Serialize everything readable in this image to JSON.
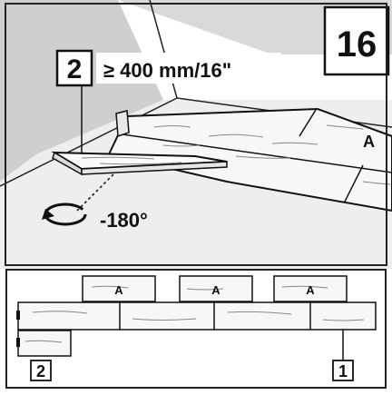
{
  "step": {
    "number": "16"
  },
  "callout": {
    "index": "2",
    "distance": "≥ 400 mm/16\""
  },
  "rotation": {
    "label": "-180°"
  },
  "top_plank_label": "A",
  "layout": {
    "row_labels": [
      "A",
      "A",
      "A"
    ],
    "markers": {
      "left": "2",
      "right": "1"
    }
  },
  "colors": {
    "line": "#111111",
    "wall": "#d6d6d6",
    "floor": "#eeeeee",
    "plank": "#fafafa",
    "grain": "#8a8a8a"
  }
}
